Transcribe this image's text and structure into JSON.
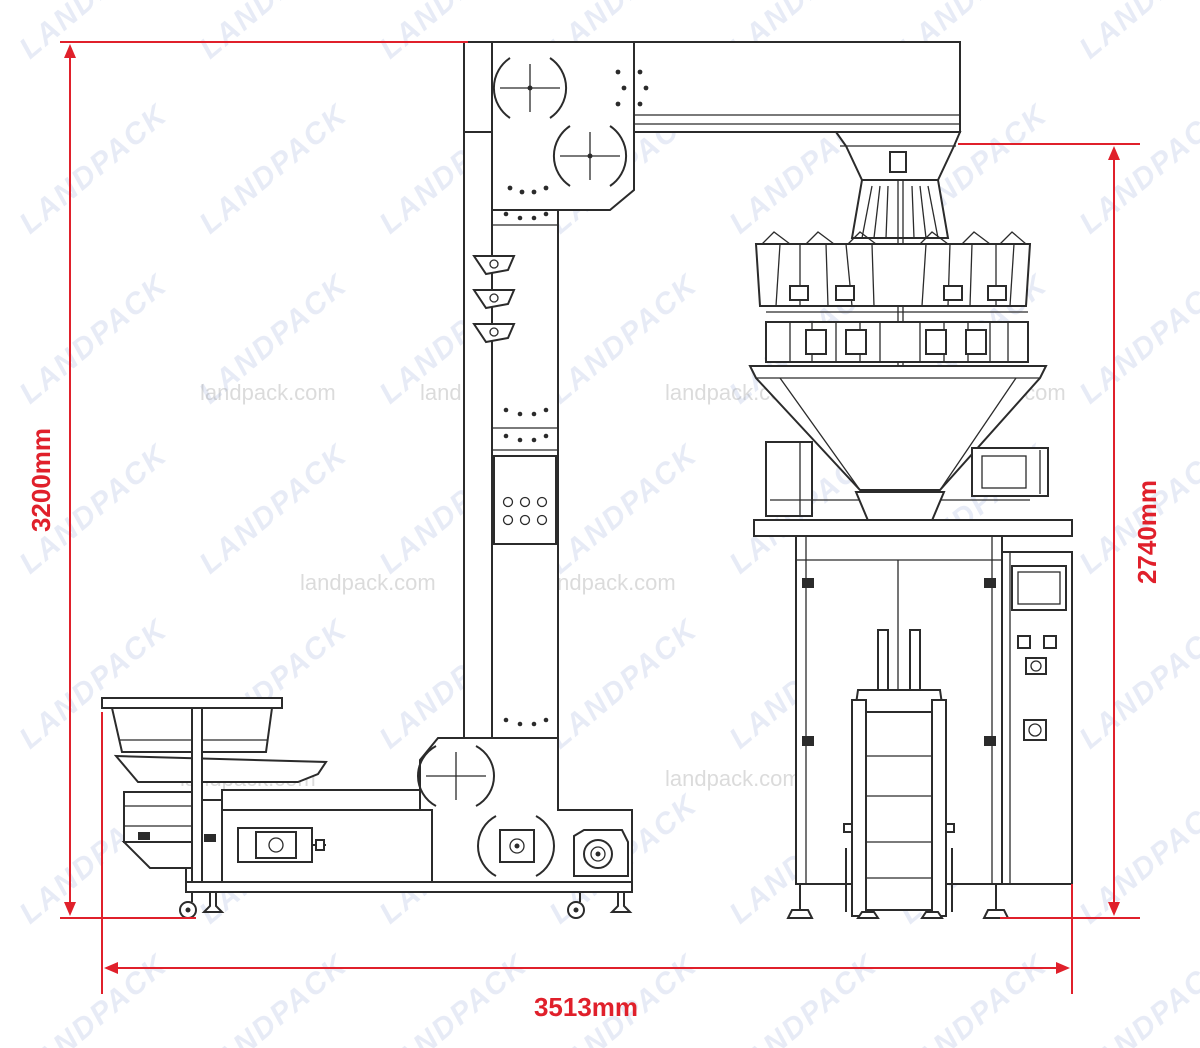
{
  "dimensions": {
    "overall_height": "3200mm",
    "weigher_height": "2740mm",
    "overall_width": "3513mm"
  },
  "watermark": {
    "logo_text": "LANDPACK",
    "url_text": "landpack.com"
  },
  "colors": {
    "dimension_red": "#e0202b",
    "line_dark": "#2b2b2b",
    "watermark_blue": "#3f63b8"
  }
}
